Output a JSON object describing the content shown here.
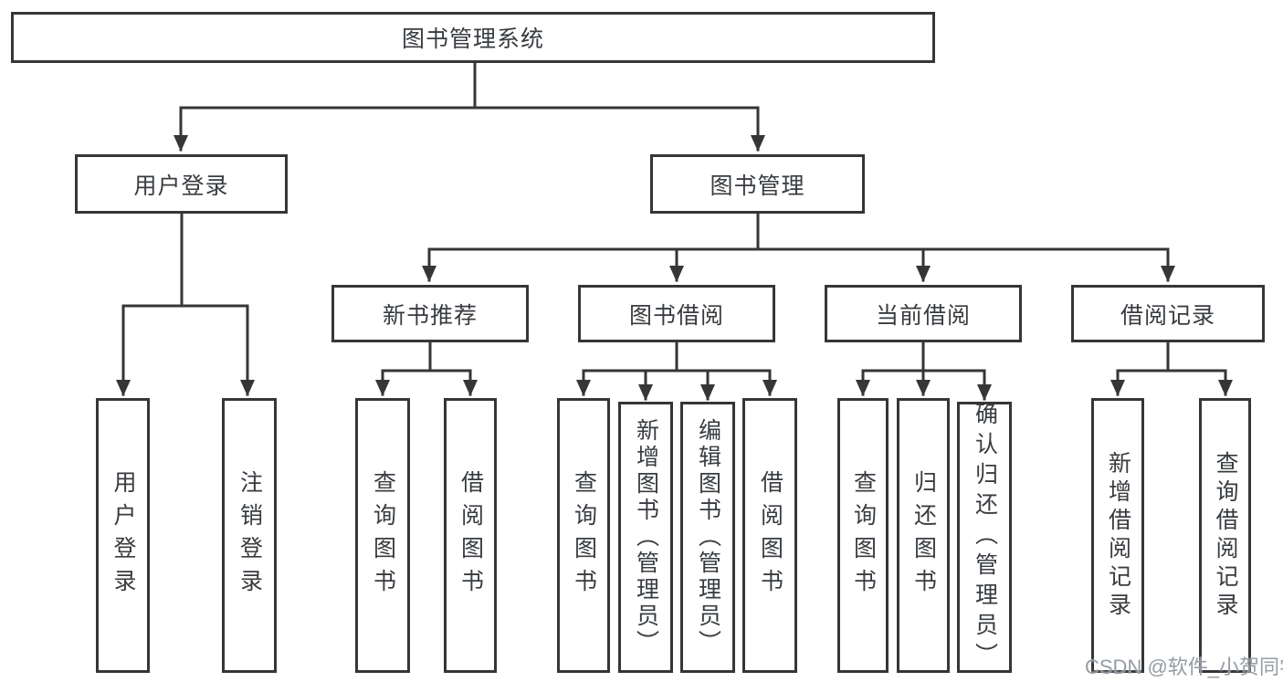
{
  "tree": {
    "root": {
      "label": "图书管理系统"
    },
    "branches": [
      {
        "label": "用户登录",
        "children": [
          {
            "label": "用户登录"
          },
          {
            "label": "注销登录"
          }
        ]
      },
      {
        "label": "图书管理",
        "children": [
          {
            "label": "新书推荐",
            "children": [
              {
                "label": "查询图书"
              },
              {
                "label": "借阅图书"
              }
            ]
          },
          {
            "label": "图书借阅",
            "children": [
              {
                "label": "查询图书"
              },
              {
                "label": "新增图书（管理员）"
              },
              {
                "label": "编辑图书（管理员）"
              },
              {
                "label": "借阅图书"
              }
            ]
          },
          {
            "label": "当前借阅",
            "children": [
              {
                "label": "查询图书"
              },
              {
                "label": "归还图书"
              },
              {
                "label": "确认归还（管理员）"
              }
            ]
          },
          {
            "label": "借阅记录",
            "children": [
              {
                "label": "新增借阅记录"
              },
              {
                "label": "查询借阅记录"
              }
            ]
          }
        ]
      }
    ]
  },
  "watermark": {
    "text": "CSDN @软件_小贺同学"
  },
  "colors": {
    "line": "#363636",
    "text": "#383c40",
    "node_background": "#ffffff",
    "watermark": "#8c949c"
  }
}
